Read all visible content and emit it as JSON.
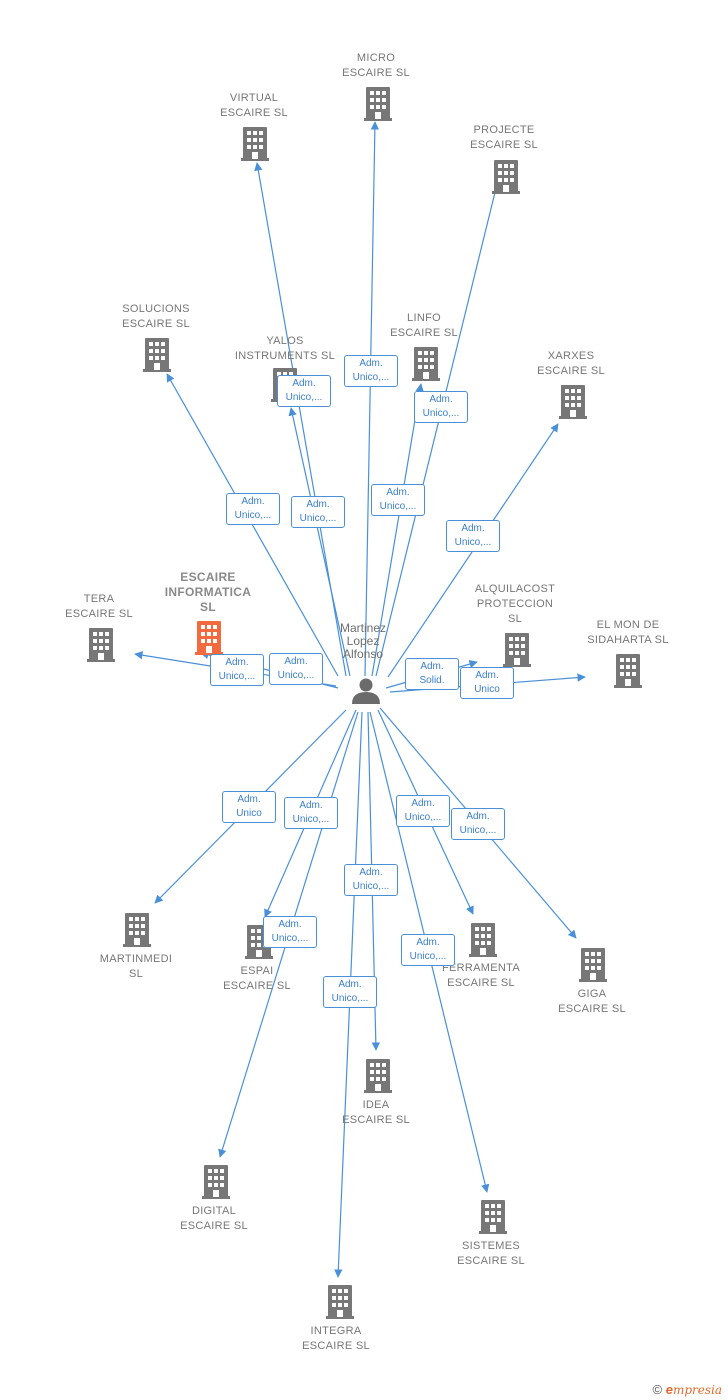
{
  "colors": {
    "edge": "#4a90d9",
    "building": "#777777",
    "building_highlight": "#f26a3d",
    "person": "#6b6b6b",
    "label": "#777777"
  },
  "center": {
    "name": "Martinez\nLopez\nAlfonso",
    "icon": "person-icon"
  },
  "companies": [
    {
      "id": "micro",
      "name": "MICRO\nESCAIRE  SL",
      "edge": "Adm.\nUnico,...",
      "highlight": false
    },
    {
      "id": "virtual",
      "name": "VIRTUAL\nESCAIRE  SL",
      "edge": "Adm.\nUnico,...",
      "highlight": false
    },
    {
      "id": "projecte",
      "name": "PROJECTE\nESCAIRE  SL",
      "edge": "Adm.\nUnico,...",
      "highlight": false
    },
    {
      "id": "solucions",
      "name": "SOLUCIONS\nESCAIRE  SL",
      "edge": "Adm.\nUnico,...",
      "highlight": false
    },
    {
      "id": "yalos",
      "name": "YALOS\nINSTRUMENTS SL",
      "edge": "Adm.\nUnico,...",
      "highlight": false
    },
    {
      "id": "linfo",
      "name": "LINFO\nESCAIRE  SL",
      "edge": "Adm.\nUnico,...",
      "highlight": false
    },
    {
      "id": "xarxes",
      "name": "XARXES\nESCAIRE  SL",
      "edge": "Adm.\nUnico,...",
      "highlight": false
    },
    {
      "id": "tera",
      "name": "TERA\nESCAIRE  SL",
      "edge": "Adm.\nUnico,...",
      "highlight": false
    },
    {
      "id": "informatica",
      "name": "ESCAIRE\nINFORMATICA\nSL",
      "edge": "Adm.\nUnico,...",
      "highlight": true
    },
    {
      "id": "alquilacost",
      "name": "ALQUILACOST\nPROTECCION\nSL",
      "edge": "Adm.\nSolid.",
      "highlight": false
    },
    {
      "id": "elmon",
      "name": "EL MON DE\nSIDAHARTA  SL",
      "edge": "Adm.\nUnico",
      "highlight": false
    },
    {
      "id": "martinmedi",
      "name": "MARTINMEDI\nSL",
      "edge": "Adm.\nUnico",
      "highlight": false
    },
    {
      "id": "espai",
      "name": "ESPAI\nESCAIRE  SL",
      "edge": "Adm.\nUnico,...",
      "highlight": false
    },
    {
      "id": "ferramenta",
      "name": "FERRAMENTA\nESCAIRE  SL",
      "edge": "Adm.\nUnico,...",
      "highlight": false
    },
    {
      "id": "giga",
      "name": "GIGA\nESCAIRE  SL",
      "edge": "Adm.\nUnico,...",
      "highlight": false
    },
    {
      "id": "idea",
      "name": "IDEA\nESCAIRE  SL",
      "edge": "Adm.\nUnico,...",
      "highlight": false
    },
    {
      "id": "digital",
      "name": "DIGITAL\nESCAIRE  SL",
      "edge": "Adm.\nUnico,...",
      "highlight": false
    },
    {
      "id": "sistemes",
      "name": "SISTEMES\nESCAIRE  SL",
      "edge": "Adm.\nUnico,...",
      "highlight": false
    },
    {
      "id": "integra",
      "name": "INTEGRA\nESCAIRE  SL",
      "edge": "Adm.\nUnico,...",
      "highlight": false
    }
  ],
  "footer": {
    "copyright": "©",
    "brand_initial": "e",
    "brand_rest": "mpresia"
  }
}
